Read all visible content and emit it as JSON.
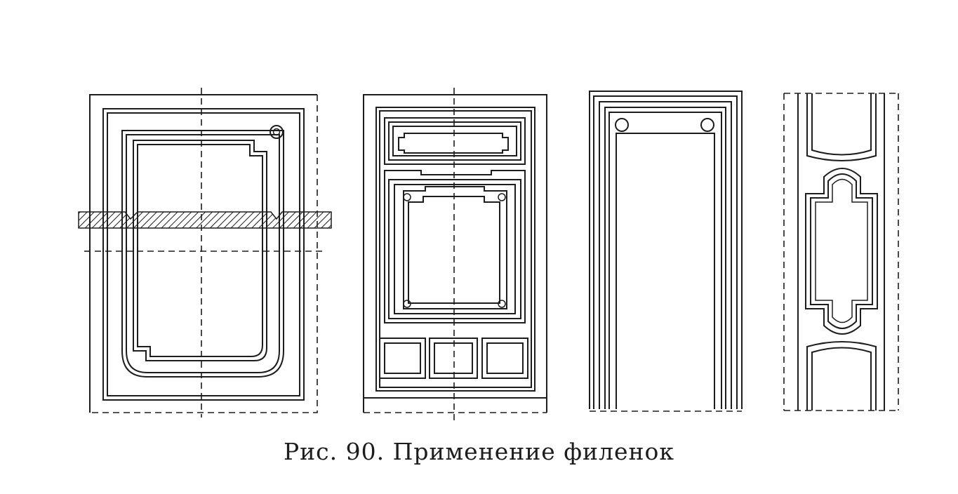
{
  "caption": "Рис. 90. Применение филенок",
  "colors": {
    "ink": "#1d1d1d",
    "paper": "#ffffff"
  },
  "panels": [
    {
      "name": "door-panel-1"
    },
    {
      "name": "door-panel-2"
    },
    {
      "name": "door-panel-3"
    },
    {
      "name": "door-panel-4"
    }
  ]
}
